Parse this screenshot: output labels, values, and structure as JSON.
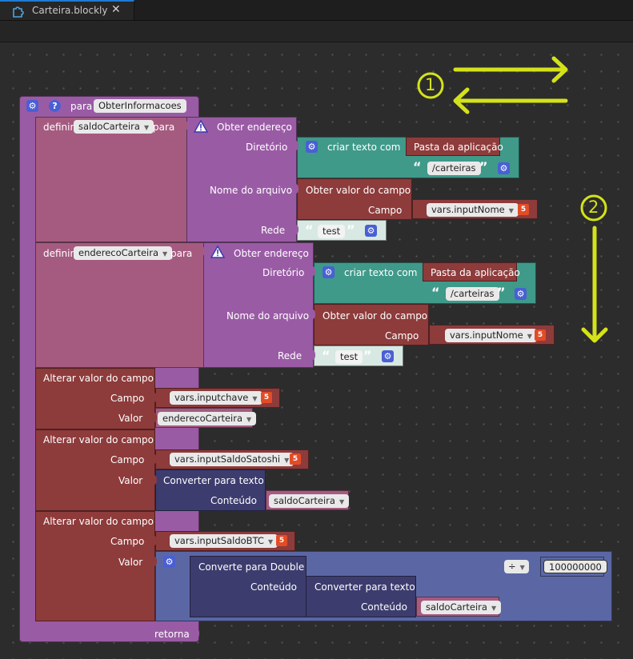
{
  "tab": {
    "title": "Carteira.blockly",
    "close": "✕"
  },
  "func": {
    "para_label": "para",
    "name": "ObterInformacoes",
    "returns_label": "retorna"
  },
  "block1": {
    "definir_label": "definir",
    "var_name": "saldoCarteira",
    "para_label": "para",
    "obter_label": "Obter endereço",
    "diretorio_label": "Diretório",
    "criar_texto_label": "criar texto com",
    "pasta_label": "Pasta da aplicação",
    "carteiras_text": "/carteiras",
    "nome_arquivo_label": "Nome do arquivo",
    "obter_valor_label": "Obter valor do campo",
    "campo_label": "Campo",
    "campo_value": "vars.inputNome",
    "rede_label": "Rede",
    "rede_value": "test"
  },
  "block2": {
    "definir_label": "definir",
    "var_name": "enderecoCarteira",
    "para_label": "para",
    "obter_label": "Obter endereço",
    "diretorio_label": "Diretório",
    "criar_texto_label": "criar texto com",
    "pasta_label": "Pasta da aplicação",
    "carteiras_text": "/carteiras",
    "nome_arquivo_label": "Nome do arquivo",
    "obter_valor_label": "Obter valor do campo",
    "campo_label": "Campo",
    "campo_value": "vars.inputNome",
    "rede_label": "Rede",
    "rede_value": "test"
  },
  "block3": {
    "alterar_label": "Alterar valor do campo",
    "campo_label": "Campo",
    "campo_value": "vars.inputchave",
    "valor_label": "Valor",
    "valor_value": "enderecoCarteira"
  },
  "block4": {
    "alterar_label": "Alterar valor do campo",
    "campo_label": "Campo",
    "campo_value": "vars.inputSaldoSatoshi",
    "valor_label": "Valor",
    "converter_label": "Converter para texto",
    "conteudo_label": "Conteúdo",
    "conteudo_value": "saldoCarteira"
  },
  "block5": {
    "alterar_label": "Alterar valor do campo",
    "campo_label": "Campo",
    "campo_value": "vars.inputSaldoBTC",
    "valor_label": "Valor",
    "double_label": "Converte para Double",
    "conteudo_label": "Conteúdo",
    "converter_label": "Converter para texto",
    "conteudo2_label": "Conteúdo",
    "conteudo_value": "saldoCarteira",
    "op": "÷",
    "divisor": "100000000"
  },
  "annotations": {
    "circle1": "1",
    "circle2": "2",
    "color": "#d4e21a"
  },
  "colors": {
    "procedure": "#9a5ba5",
    "variable": "#a55b80",
    "field": "#8e3b3b",
    "text": "#3f9a8a",
    "math": "#5b67a5",
    "convert": "#3c3c6e"
  }
}
